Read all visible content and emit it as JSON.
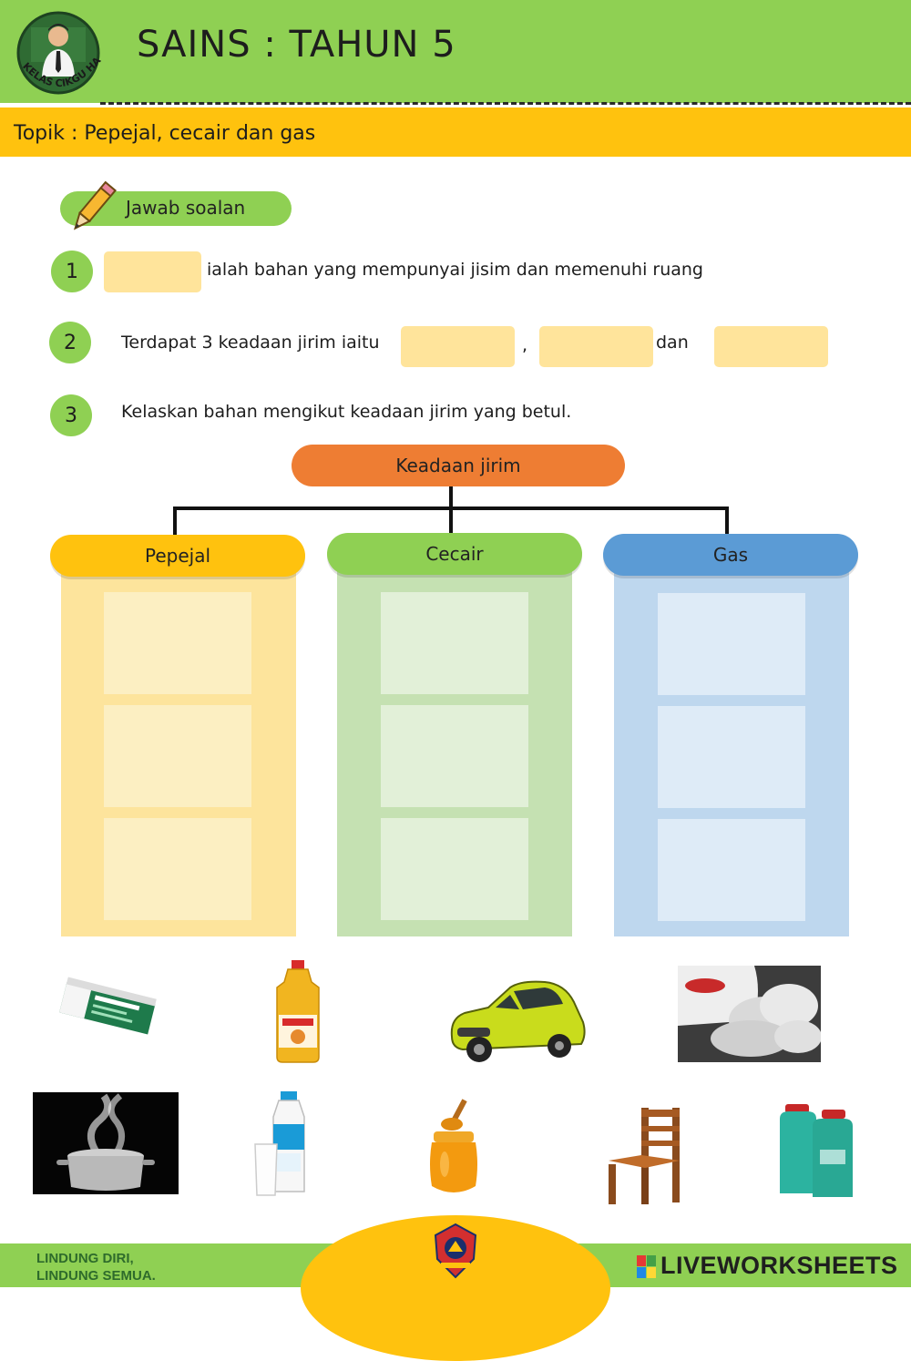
{
  "header": {
    "title": "SAINS : TAHUN 5",
    "logo_text": "KELAS CIKGU HAFEZ",
    "topic": "Topik : Pepejal, cecair dan gas"
  },
  "instruction": {
    "label": "Jawab soalan"
  },
  "questions": [
    {
      "number": "1",
      "text": "ialah bahan yang mempunyai jisim dan memenuhi ruang"
    },
    {
      "number": "2",
      "text": "Terdapat 3 keadaan jirim iaitu",
      "separator": ",",
      "conjunction": "dan"
    },
    {
      "number": "3",
      "text": "Kelaskan bahan mengikut keadaan jirim yang betul."
    }
  ],
  "diagram": {
    "root": "Keadaan jirim",
    "categories": [
      {
        "label": "Pepejal",
        "color": "#ffc20e",
        "bg": "#fde49c",
        "slot": "#fcefc2"
      },
      {
        "label": "Cecair",
        "color": "#8fd053",
        "bg": "#c5e1b2",
        "slot": "#e2f0d8"
      },
      {
        "label": "Gas",
        "color": "#5b9bd5",
        "bg": "#bed7ee",
        "slot": "#deebf7"
      }
    ]
  },
  "items": [
    {
      "icon": "eraser-icon"
    },
    {
      "icon": "cooking-oil-bottle-icon"
    },
    {
      "icon": "car-icon"
    },
    {
      "icon": "car-exhaust-smoke-icon"
    },
    {
      "icon": "boiling-pot-steam-icon"
    },
    {
      "icon": "milk-bottle-icon"
    },
    {
      "icon": "honey-jar-icon"
    },
    {
      "icon": "wooden-chair-icon"
    },
    {
      "icon": "gas-cylinder-icon"
    }
  ],
  "footer": {
    "slogan_line1": "LINDUNG DIRI,",
    "slogan_line2": "LINDUNG SEMUA.",
    "brand": "LIVEWORKSHEETS"
  }
}
